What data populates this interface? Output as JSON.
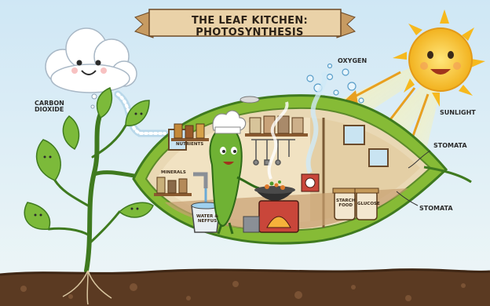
{
  "title": "THE LEAF KITCHEN: PHOTOSYNTHESIS",
  "labels": {
    "carbon_dioxide": [
      "CARBON",
      "DIOXIDE"
    ],
    "oxygen": "OXYGEN",
    "sunlight": "SUNLIGHT",
    "stomata_top": "STOMATA",
    "stomata_bottom": "STOMATA",
    "nutrients": "NUTRIENTS",
    "minerals": "MINERALS",
    "water_bucket": [
      "WATER &",
      "NEFFUS"
    ],
    "jar_left": [
      "STARCH",
      "FOOD"
    ],
    "jar_right": "GLUCOSE"
  },
  "colors": {
    "sky": "#cfe6f4",
    "leaf": "#8cbf3c",
    "leaf_dark": "#4f8a23",
    "sun": "#f6c12a",
    "soil": "#5b3a22",
    "banner": "#e8c89a"
  },
  "icons": [
    "cloud-face",
    "sun-face",
    "chef-leaf",
    "wok",
    "stove",
    "bucket",
    "jars",
    "plant"
  ]
}
